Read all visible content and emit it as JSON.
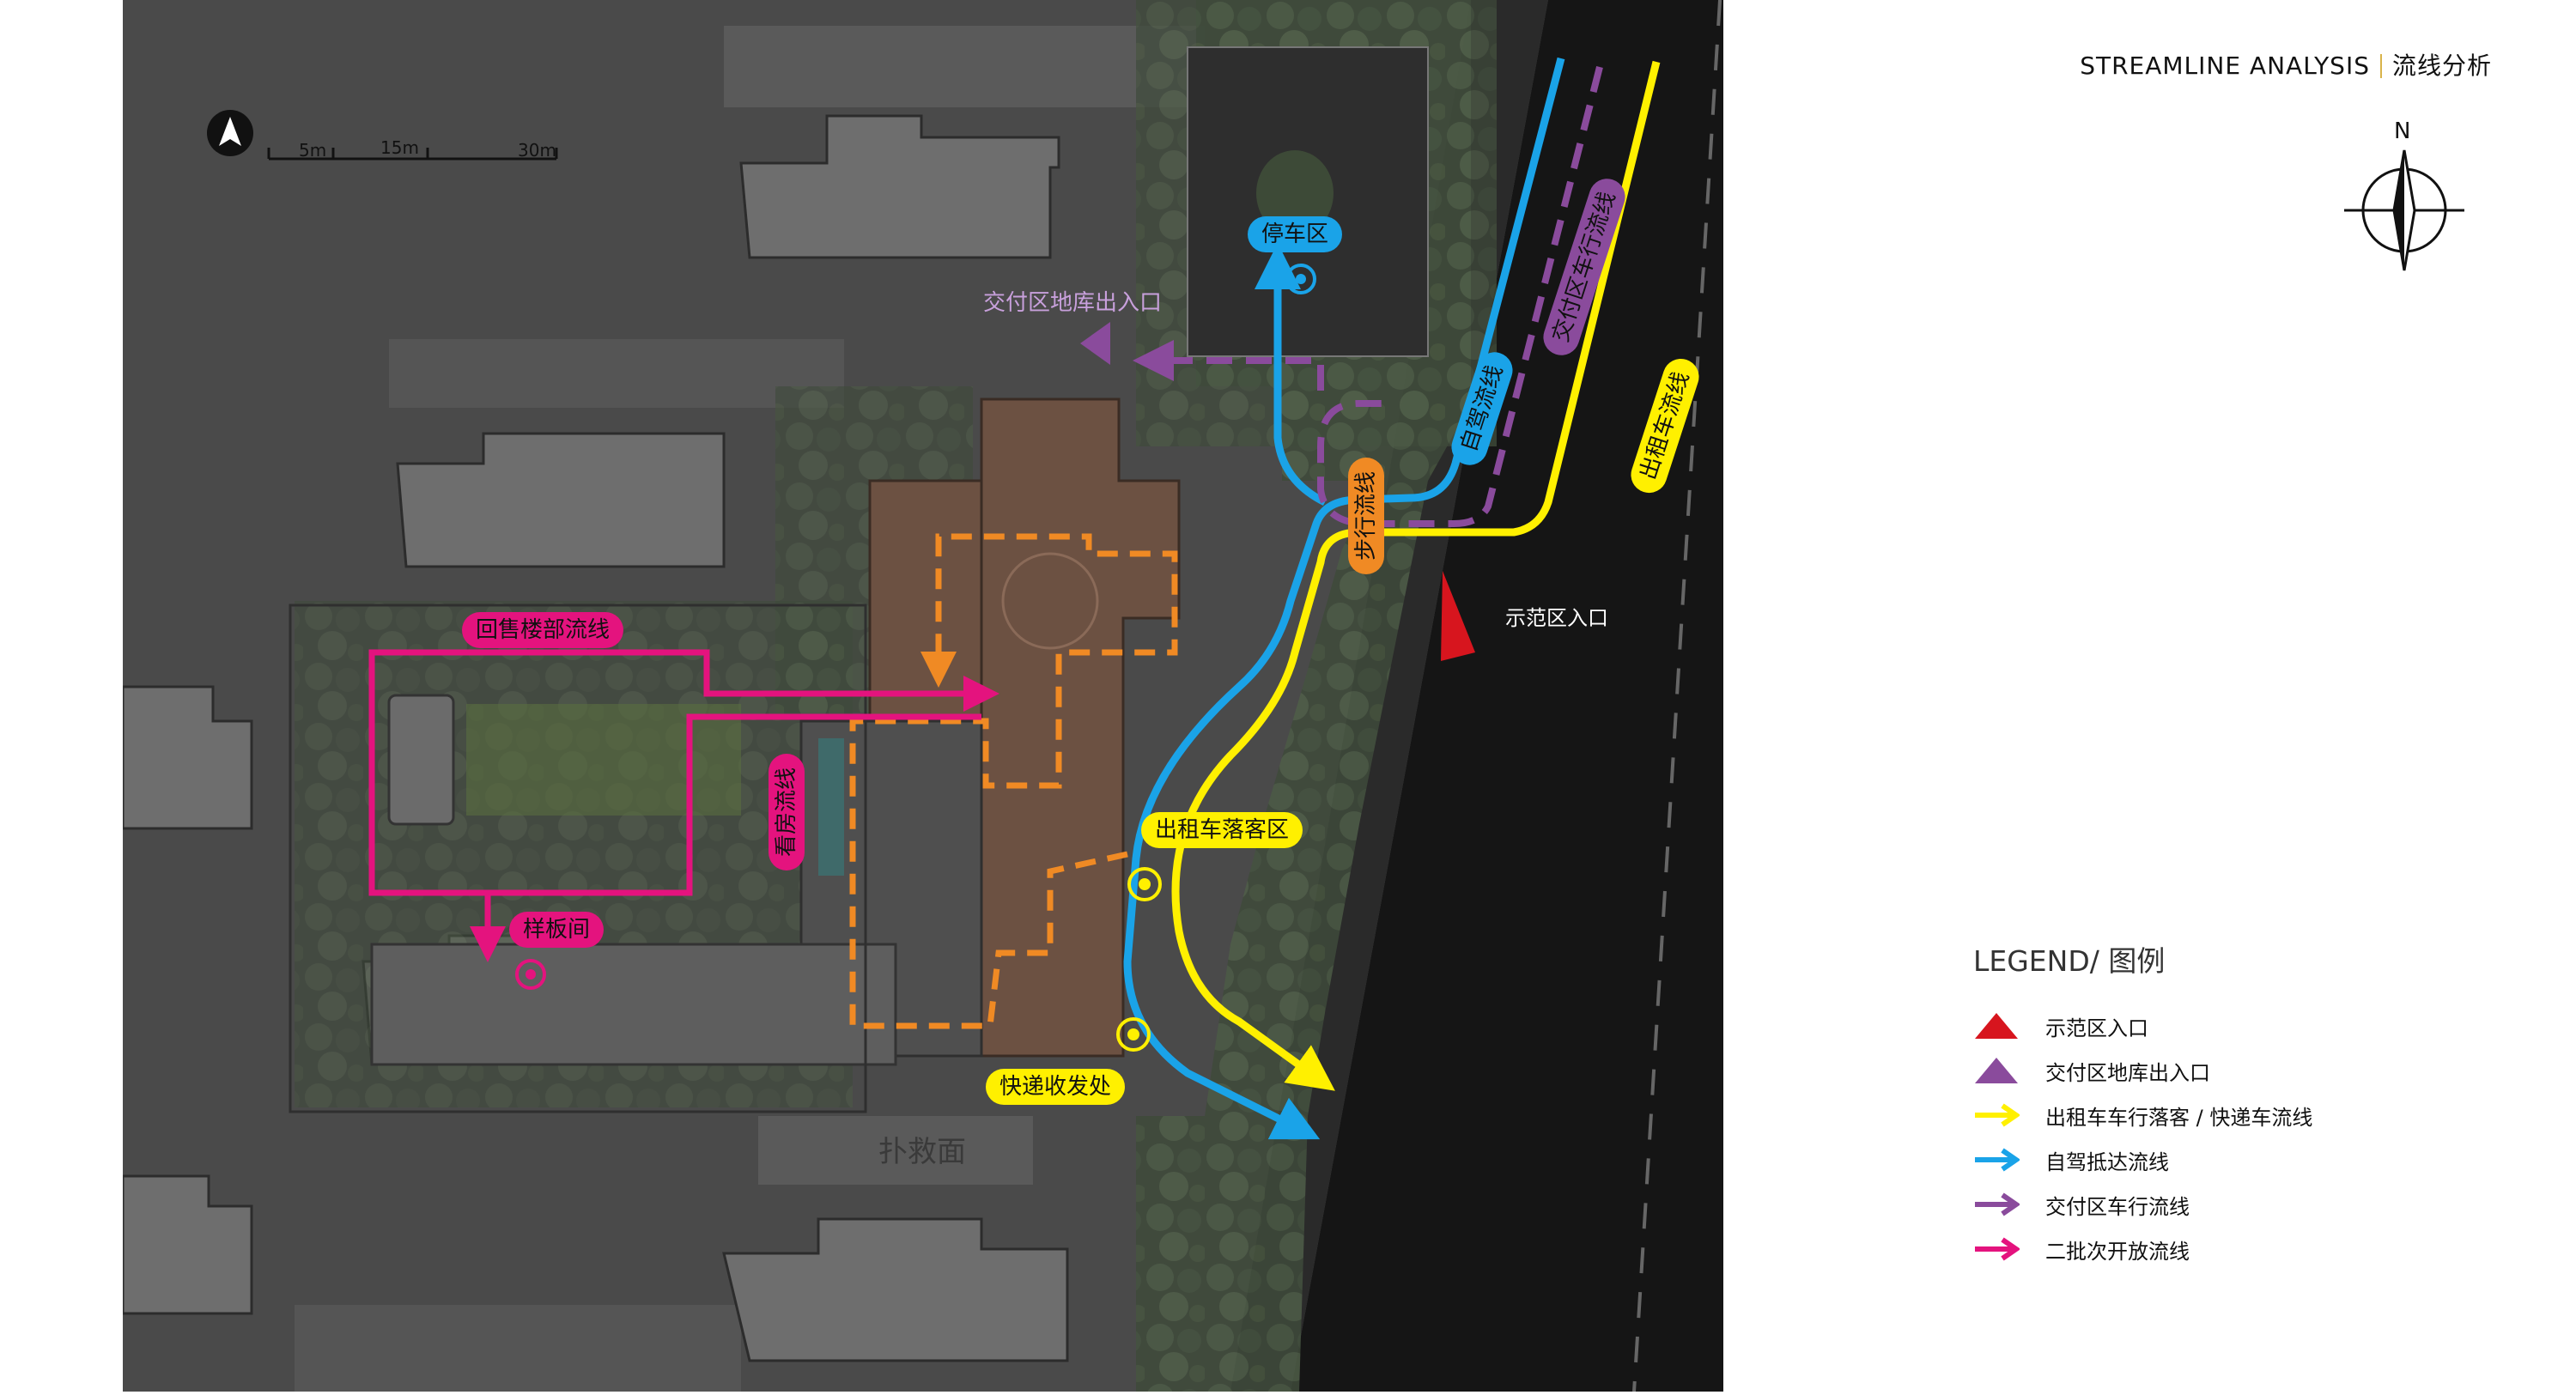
{
  "header": {
    "title_en": "STREAMLINE ANALYSIS",
    "title_cn": "流线分析"
  },
  "compass": {
    "north_label": "N"
  },
  "scale_bar": {
    "labels": [
      "5m",
      "15m",
      "30m"
    ]
  },
  "map_labels": {
    "parking": "停车区",
    "basement_exit": "交付区地库出入口",
    "walking": "步行流线",
    "self_drive": "自驾流线",
    "delivery_vehicle": "交付区车行流线",
    "taxi": "出租车流线",
    "demo_entrance": "示范区入口",
    "resale": "回售楼部流线",
    "viewing": "看房流线",
    "sample_room": "样板间",
    "taxi_dropoff": "出租车落客区",
    "express": "快递收发处",
    "fire_rescue": "扑救面"
  },
  "legend": {
    "title": "LEGEND/ 图例",
    "items": [
      {
        "label": "示范区入口",
        "symbol": "triangle",
        "color": "#d7151e"
      },
      {
        "label": "交付区地库出入口",
        "symbol": "triangle",
        "color": "#8a4b9c"
      },
      {
        "label": "出租车车行落客 / 快递车流线",
        "symbol": "arrow",
        "color": "#fff000"
      },
      {
        "label": "自驾抵达流线",
        "symbol": "arrow",
        "color": "#1aa3e8"
      },
      {
        "label": "交付区车行流线",
        "symbol": "arrow",
        "color": "#8a4b9c"
      },
      {
        "label": "二批次开放流线",
        "symbol": "arrow",
        "color": "#e4137e"
      }
    ]
  },
  "colors": {
    "taxi": "#fff000",
    "self_drive": "#1aa3e8",
    "delivery": "#8a4b9c",
    "batch2": "#e4137e",
    "walking": "#f08a24",
    "entrance": "#d7151e"
  }
}
